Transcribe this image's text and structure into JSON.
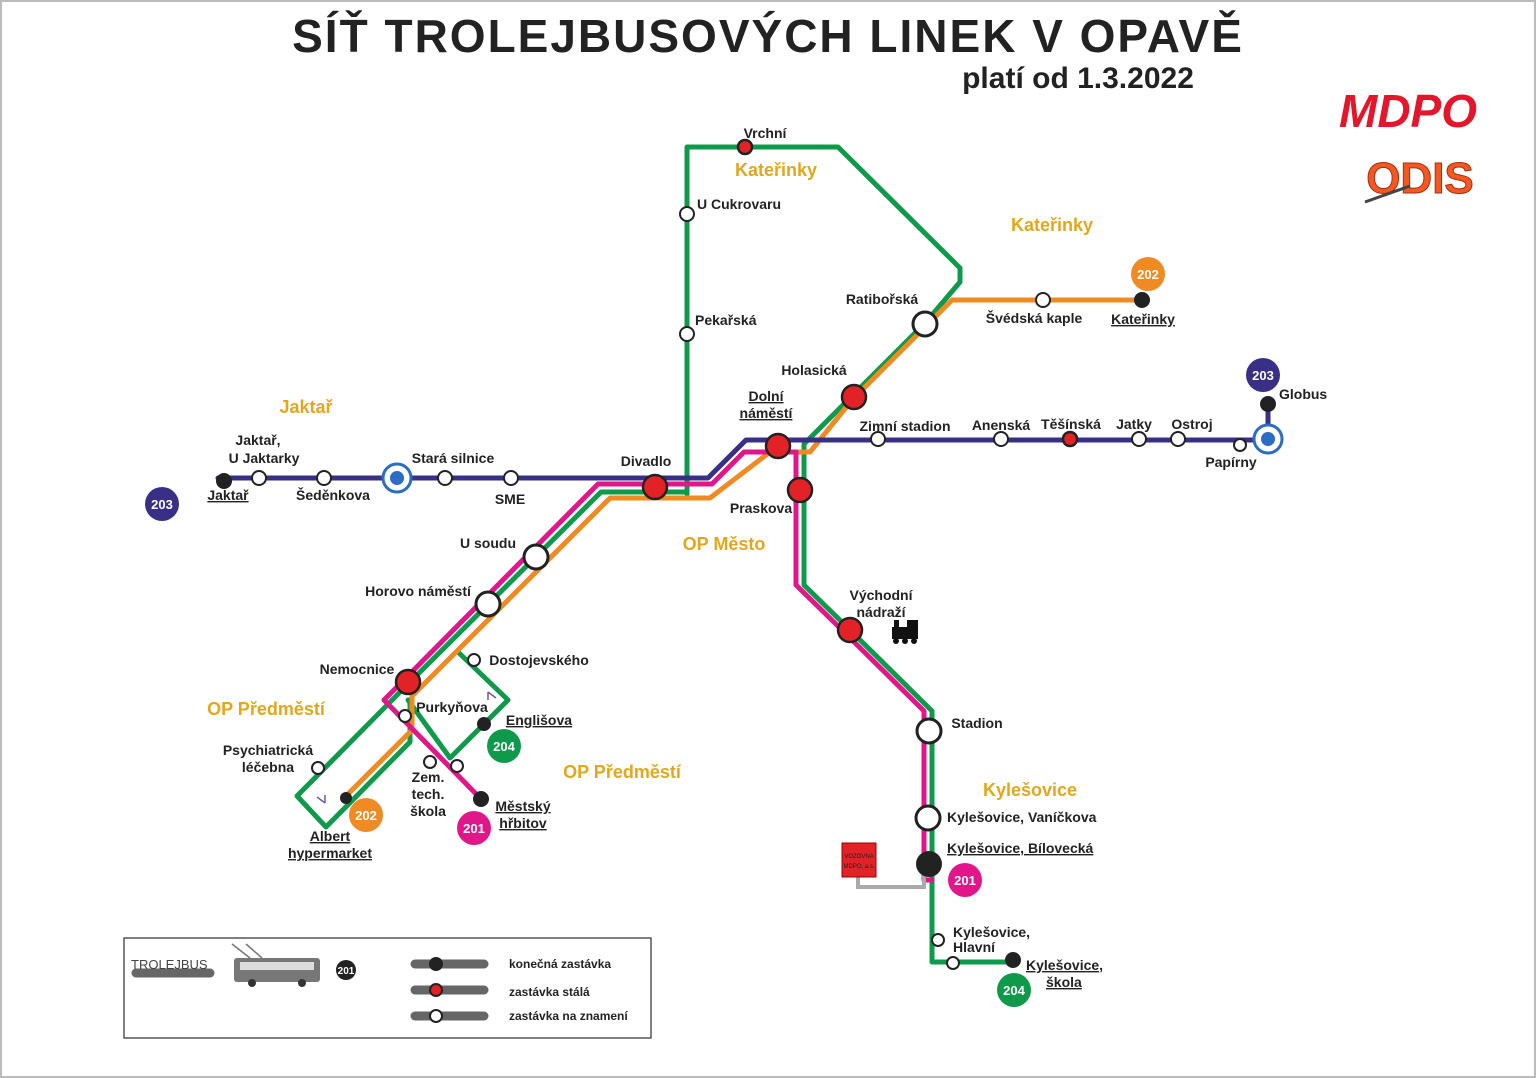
{
  "title": "SÍŤ TROLEJBUSOVÝCH LINEK V OPAVĚ",
  "subtitle": "platí od 1.3.2022",
  "logos": {
    "mdpo": "MDPO",
    "odis": "ODIS"
  },
  "colors": {
    "line201": "#e0168a",
    "line202": "#f08a23",
    "line203": "#3a2f86",
    "line204": "#0e9a4a",
    "area": "#e3a71b",
    "stop_fixed": "#e32227",
    "depot": "#e32227"
  },
  "areas": [
    "Kateřinky",
    "Kateřinky",
    "Jaktař",
    "OP Město",
    "OP Předměstí",
    "OP Předměstí",
    "Kylešovice"
  ],
  "badges": [
    "203",
    "202",
    "203",
    "204",
    "202",
    "201",
    "201",
    "204"
  ],
  "stops": {
    "vrchni": "Vrchní",
    "u_cukrovaru": "U Cukrovaru",
    "pekarska": "Pekařská",
    "ratiborska": "Ratibořská",
    "svedska": "Švédská kaple",
    "katerinky": "Kateřinky",
    "holasicka": "Holasická",
    "dolni1": "Dolní",
    "dolni2": "náměstí",
    "globus": "Globus",
    "zimni": "Zimní stadion",
    "anenska": "Anenská",
    "tesinska": "Těšínská",
    "jatky": "Jatky",
    "ostroj": "Ostroj",
    "papirny": "Papírny",
    "jaktar_u1": "Jaktař,",
    "jaktar_u2": "U Jaktarky",
    "stara": "Stará silnice",
    "jaktar": "Jaktař",
    "sedenkova": "Šeděnkova",
    "sme": "SME",
    "divadlo": "Divadlo",
    "praskova": "Praskova",
    "u_soudu": "U soudu",
    "horovo": "Horovo náměstí",
    "vychodni1": "Východní",
    "vychodni2": "nádraží",
    "dostojevskeho": "Dostojevského",
    "nemocnice": "Nemocnice",
    "purkynova": "Purkyňova",
    "englisova": "Englišova",
    "psych1": "Psychiatrická",
    "psych2": "léčebna",
    "stadion": "Stadion",
    "zem1": "Zem.",
    "zem2": "tech.",
    "zem3": "škola",
    "mestsky1": "Městský",
    "mestsky2": "hřbitov",
    "albert1": "Albert",
    "albert2": "hypermarket",
    "kyl_van": "Kylešovice, Vaníčkova",
    "kyl_bil": "Kylešovice, Bílovecká",
    "kyl_hl1": "Kylešovice,",
    "kyl_hl2": "Hlavní",
    "kyl_sk1": "Kylešovice,",
    "kyl_sk2": "škola"
  },
  "depot": {
    "line1": "VOZOVNA",
    "line2": "MDPO, a.s."
  },
  "legend": {
    "trolejbus": "TROLEJBUS",
    "badge": "201",
    "terminal": "konečná zastávka",
    "fixed": "zastávka stálá",
    "request": "zastávka na znamení"
  }
}
